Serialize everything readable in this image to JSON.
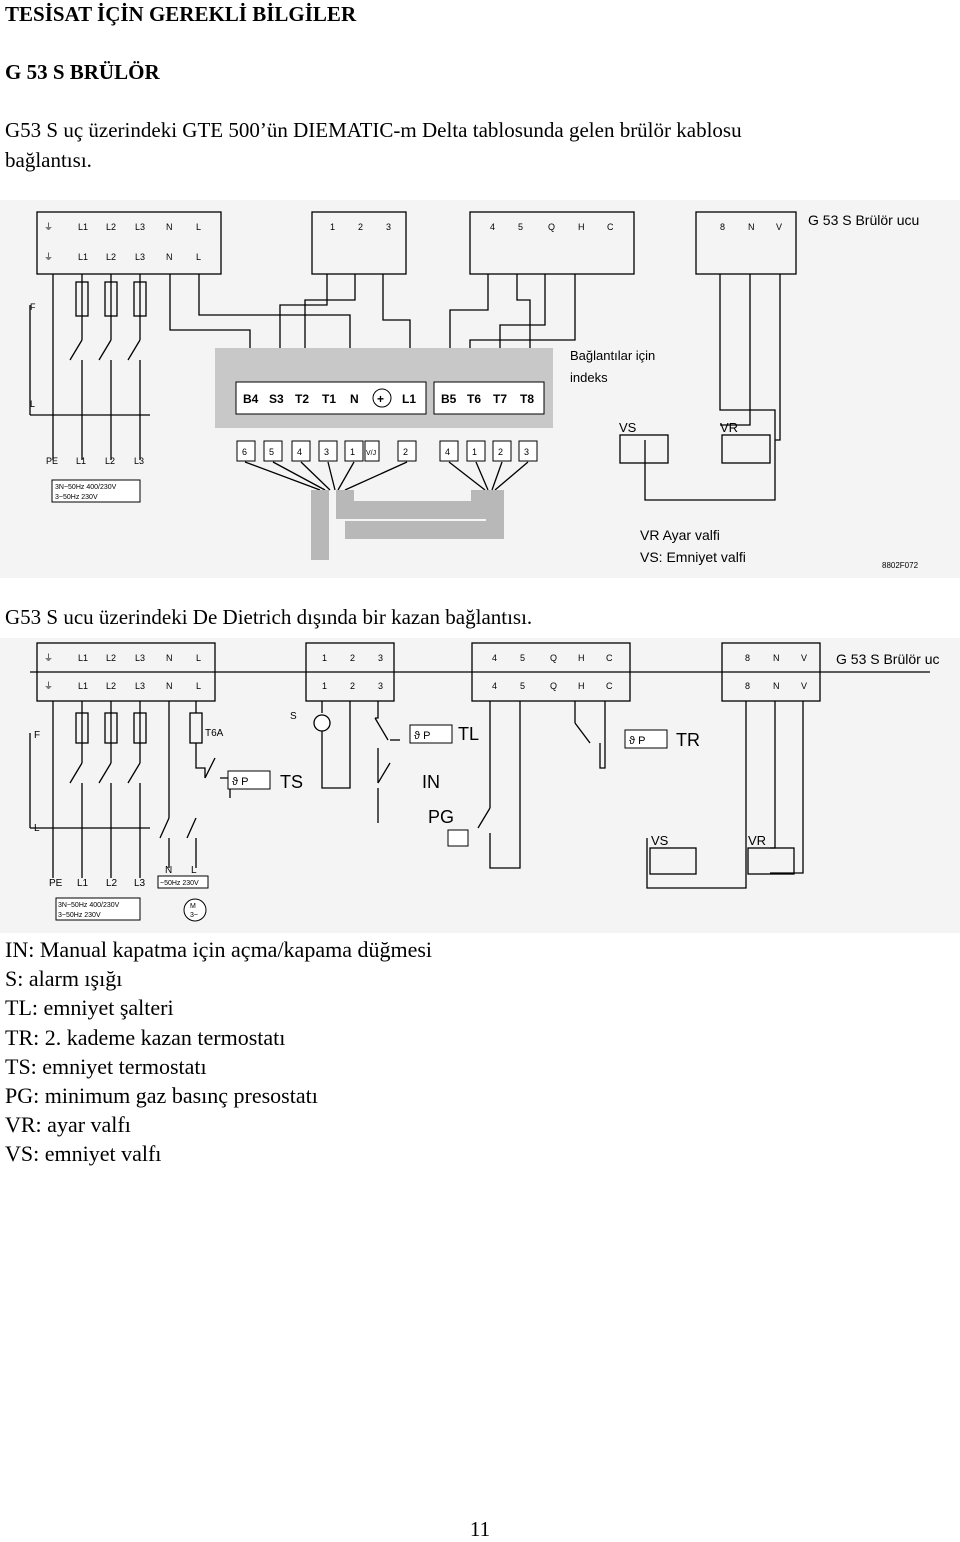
{
  "heading1": "TESİSAT İÇİN GEREKLİ BİLGİLER",
  "heading2": "G 53 S BRÜLÖR",
  "para1_line1": "G53 S uç üzerindeki GTE 500’ün DIEMATIC-m Delta tablosunda gelen brülör kablosu",
  "para1_line2": "bağlantısı.",
  "para2": "G53 S ucu üzerindeki De Dietrich dışında bir kazan bağlantısı.",
  "diagram1": {
    "title": "G 53 S Brülör ucu",
    "note_line1": "Bağlantılar için",
    "note_line2": "indeks",
    "block_a_top": [
      "⏚",
      "L1",
      "L2",
      "L3",
      "N",
      "L"
    ],
    "block_a_bottom": [
      "⏚",
      "L1",
      "L2",
      "L3",
      "N",
      "L"
    ],
    "block_b": [
      "1",
      "2",
      "3"
    ],
    "block_c": [
      "4",
      "5",
      "Q",
      "H",
      "C"
    ],
    "block_d": [
      "8",
      "N",
      "V"
    ],
    "connector_left": [
      "B4",
      "S3",
      "T2",
      "T1",
      "N",
      "L1"
    ],
    "connector_right": [
      "B5",
      "T6",
      "T7",
      "T8"
    ],
    "wire_nums_left": [
      "6",
      "5",
      "4",
      "3",
      "1",
      "V/J",
      "2"
    ],
    "wire_nums_right": [
      "4",
      "1",
      "2",
      "3"
    ],
    "supply": [
      "PE",
      "L1",
      "L2",
      "L3"
    ],
    "lbl_F": "F",
    "lbl_L": "L",
    "rating_line1": "3N~50Hz 400/230V",
    "rating_line2": "3~50Hz 230V",
    "lbl_VS": "VS",
    "lbl_VR": "VR",
    "legend_VR": "VR Ayar valfi",
    "legend_VS": "VS: Emniyet valfi",
    "code": "8802F072"
  },
  "diagram2": {
    "title": "G 53 S Brülör uc",
    "block_a_top": [
      "⏚",
      "L1",
      "L2",
      "L3",
      "N",
      "L"
    ],
    "block_b": [
      "1",
      "2",
      "3"
    ],
    "block_c": [
      "4",
      "5",
      "Q",
      "H",
      "C"
    ],
    "block_d": [
      "8",
      "N",
      "V"
    ],
    "lbl_S": "S",
    "lbl_TL": "TL",
    "lbl_TR": "TR",
    "lbl_TS": "TS",
    "lbl_IN": "IN",
    "lbl_PG": "PG",
    "lbl_T6A": "T6A",
    "lbl_F": "F",
    "lbl_L": "L",
    "lbl_N": "N",
    "lbl_L2": "L",
    "supply": [
      "PE",
      "L1",
      "L2",
      "L3"
    ],
    "rating_small": "~50Hz 230V",
    "rating_line1": "3N~50Hz 400/230V",
    "rating_line2": "3~50Hz 230V",
    "motor_M": "M",
    "motor_3": "3~",
    "lbl_VS": "VS",
    "lbl_VR": "VR"
  },
  "legend": [
    "IN: Manual kapatma için açma/kapama düğmesi",
    "S: alarm ışığı",
    "TL: emniyet şalteri",
    "TR: 2. kademe kazan termostatı",
    "TS: emniyet termostatı",
    "PG: minimum gaz basınç presostatı",
    "VR: ayar valfı",
    "VS: emniyet valfı"
  ],
  "page_number": "11"
}
